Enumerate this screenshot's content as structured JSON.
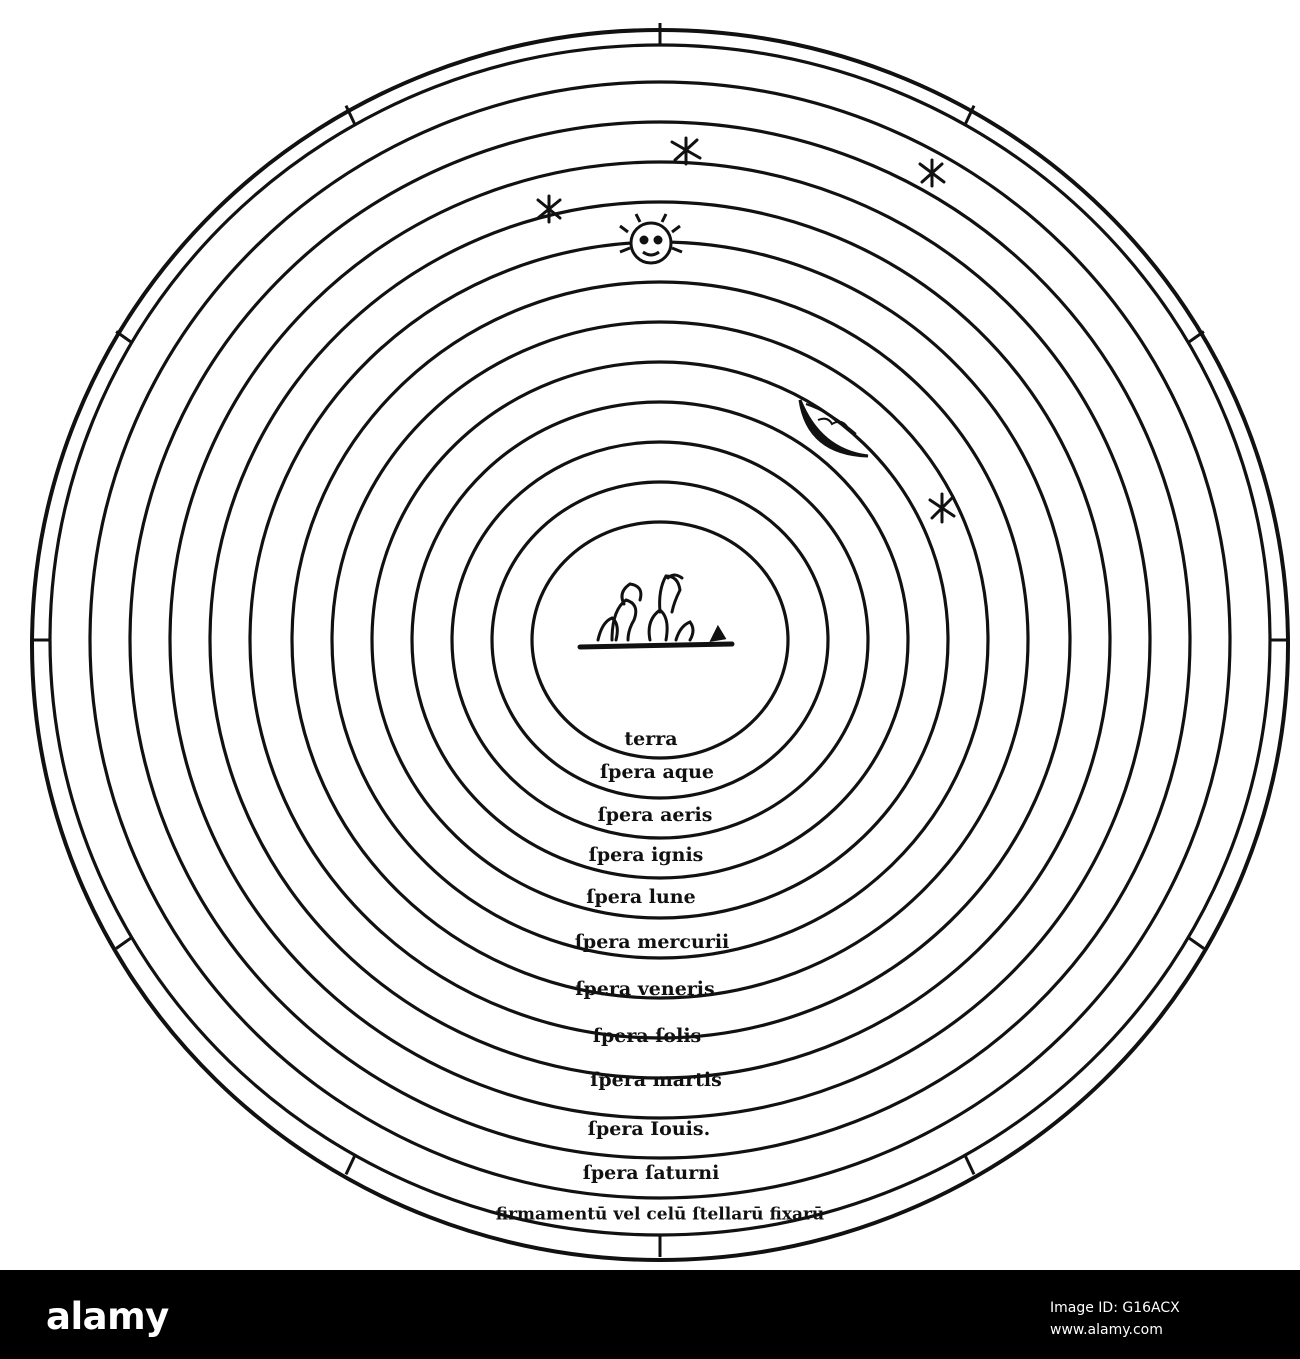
{
  "diagram": {
    "bands": [
      "terra",
      "ſpera aque",
      "ſpera aeris",
      "ſpera ignis",
      "ſpera lune",
      "ſpera mercurii",
      "ſpera veneris",
      "ſpera ſolis",
      "ſpera martis",
      "ſpera Iouis.",
      "ſpera ſaturni",
      "firmamentū vel celū ſtellarū fixarū"
    ]
  },
  "watermark": {
    "logo": "alamy",
    "image_id": "Image ID: G16ACX",
    "url": "www.alamy.com"
  },
  "colors": {
    "ink": "#111111",
    "paper": "#ffffff",
    "footer": "#000000"
  }
}
